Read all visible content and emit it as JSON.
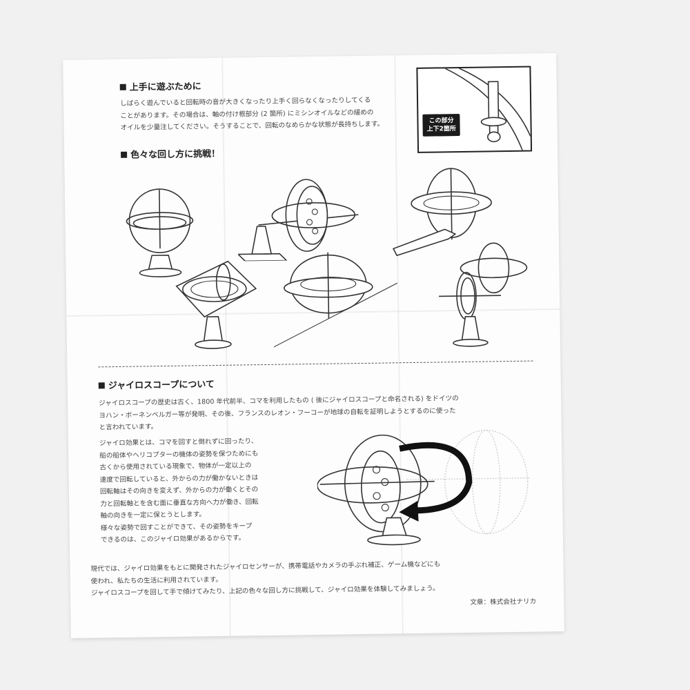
{
  "section1": {
    "title": "上手に遊ぶために",
    "body": "しばらく遊んでいると回転時の音が大きくなったり上手く回らなくなったりしてくる\nことがあります。その場合は、軸の付け根部分 (2 箇所) にミシンオイルなどの緩めの\nオイルを少量注してください。そうすることで、回転のなめらかな状態が長持ちします。"
  },
  "callout": {
    "line1": "この部分",
    "line2": "上下2箇所"
  },
  "section2": {
    "title": "色々な回し方に挑戦！"
  },
  "section3": {
    "title": "ジャイロスコープについて",
    "intro": "ジャイロスコープの歴史は古く、1800 年代前半、コマを利用したもの ( 後にジャイロスコープと命名される) をドイツの\nヨハン・ボーネンベルガー等が発明、その後、フランスのレオン・フーコーが地球の自転を証明しようとするのに使った\nと言われています。",
    "effect": "ジャイロ効果とは、コマを回すと倒れずに回ったり、\n船の船体やヘリコプターの機体の姿勢を保つためにも\n古くから使用されている現象で、物体が一定以上の\n速度で回転していると、外からの力が働かないときは\n回転軸はその向きを変えず、外からの力が働くとその\n力と回転軸とを含む面に垂直な方向へ力が働き、回転\n軸の向きを一定に保とうとします。\n様々な姿勢で回すことができて、その姿勢をキープ\nできるのは、このジャイロ効果があるからです。",
    "modern": "現代では、ジャイロ効果をもとに開発されたジャイロセンサーが、携帯電話やカメラの手ぶれ補正、ゲーム機などにも\n使われ、私たちの生活に利用されています。\nジャイロスコープを回して手で傾けてみたり、上記の色々な回し方に挑戦して、ジャイロ効果を体験してみましょう。"
  },
  "credit": "文章：株式会社ナリカ",
  "colors": {
    "ink": "#222222",
    "paper": "#fdfdfd",
    "background": "#f1f1f1"
  }
}
